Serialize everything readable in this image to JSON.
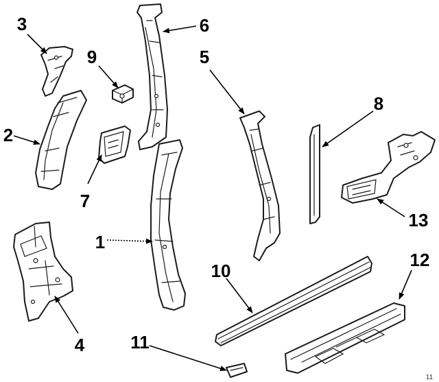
{
  "callouts": {
    "c1": "1",
    "c2": "2",
    "c3": "3",
    "c4": "4",
    "c5": "5",
    "c6": "6",
    "c7": "7",
    "c8": "8",
    "c9": "9",
    "c10": "10",
    "c11": "11",
    "c12": "12",
    "c13": "13"
  },
  "watermark": "11"
}
